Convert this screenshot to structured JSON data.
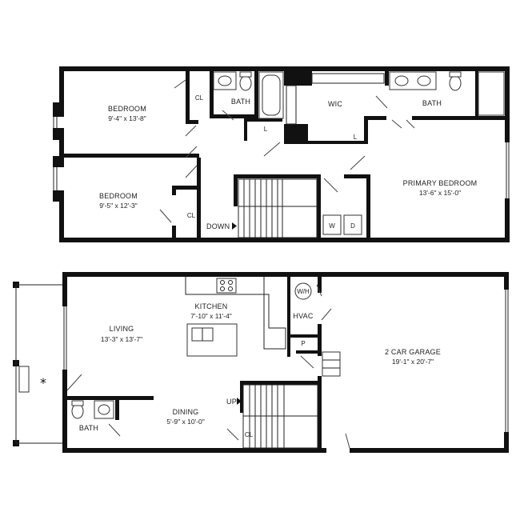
{
  "upper_floor": {
    "bedroom_1": {
      "name": "BEDROOM",
      "dim": "9'-4\" x 13'-8\""
    },
    "bedroom_2": {
      "name": "BEDROOM",
      "dim": "9'-5\" x 12'-3\""
    },
    "closet_1": "CL",
    "closet_2": "CL",
    "bath_1": "BATH",
    "bath_2": "BATH",
    "wic": "WIC",
    "linen_1": "L",
    "linen_2": "L",
    "primary_bedroom": {
      "name": "PRIMARY BEDROOM",
      "dim": "13'-6\" x 15'-0\""
    },
    "stairs_label": "DOWN",
    "washer": "W",
    "dryer": "D"
  },
  "lower_floor": {
    "living": {
      "name": "LIVING",
      "dim": "13'-3\" x 13'-7\""
    },
    "kitchen": {
      "name": "KITCHEN",
      "dim": "7'-10\" x 11'-4\""
    },
    "dining": {
      "name": "DINING",
      "dim": "5'-9\" x  10'-0\""
    },
    "bath": "BATH",
    "closet": "CL",
    "stairs_label": "UP",
    "water_heater": "W/H",
    "hvac": "HVAC",
    "pantry": "P",
    "garage": {
      "name": "2 CAR GARAGE",
      "dim": "19'-1\" x 20'-7\""
    },
    "patio_marker": "*"
  }
}
